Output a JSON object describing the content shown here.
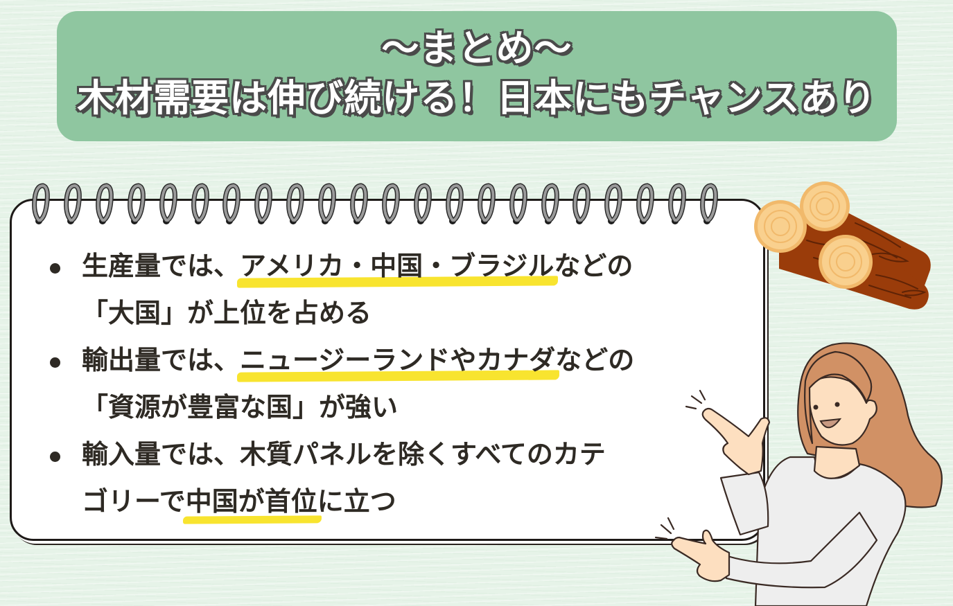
{
  "header": {
    "subtitle": "～まとめ～",
    "title": "木材需要は伸び続ける！日本にもチャンスあり"
  },
  "notebook": {
    "ring_count": 22,
    "bullets": [
      {
        "line1_prefix": "生産量では、",
        "line1_highlight": "アメリカ・中国・ブラジル",
        "line1_suffix": "などの",
        "line2": "「大国」が上位を占める"
      },
      {
        "line1_prefix": "輸出量では、",
        "line1_highlight": "ニュージーランドやカナダ",
        "line1_suffix": "などの",
        "line2": "「資源が豊富な国」が強い"
      },
      {
        "line1": "輸入量では、木質パネルを除くすべてのカテ",
        "line2_prefix": "ゴリーで",
        "line2_highlight": "中国が首位",
        "line2_suffix": "に立つ"
      }
    ]
  },
  "illustrations": {
    "logs": "stacked-wood-logs",
    "person": "woman-pointing"
  },
  "colors": {
    "background": "#e6f3e8",
    "banner": "#8fc6a0",
    "title_outline": "#4a4a4a",
    "text": "#2e2a24",
    "highlight": "#f7e21d",
    "log_bark": "#9a3c0a",
    "log_ring": "#f9d08e",
    "hair": "#d19165",
    "shirt": "#eeeeee"
  }
}
